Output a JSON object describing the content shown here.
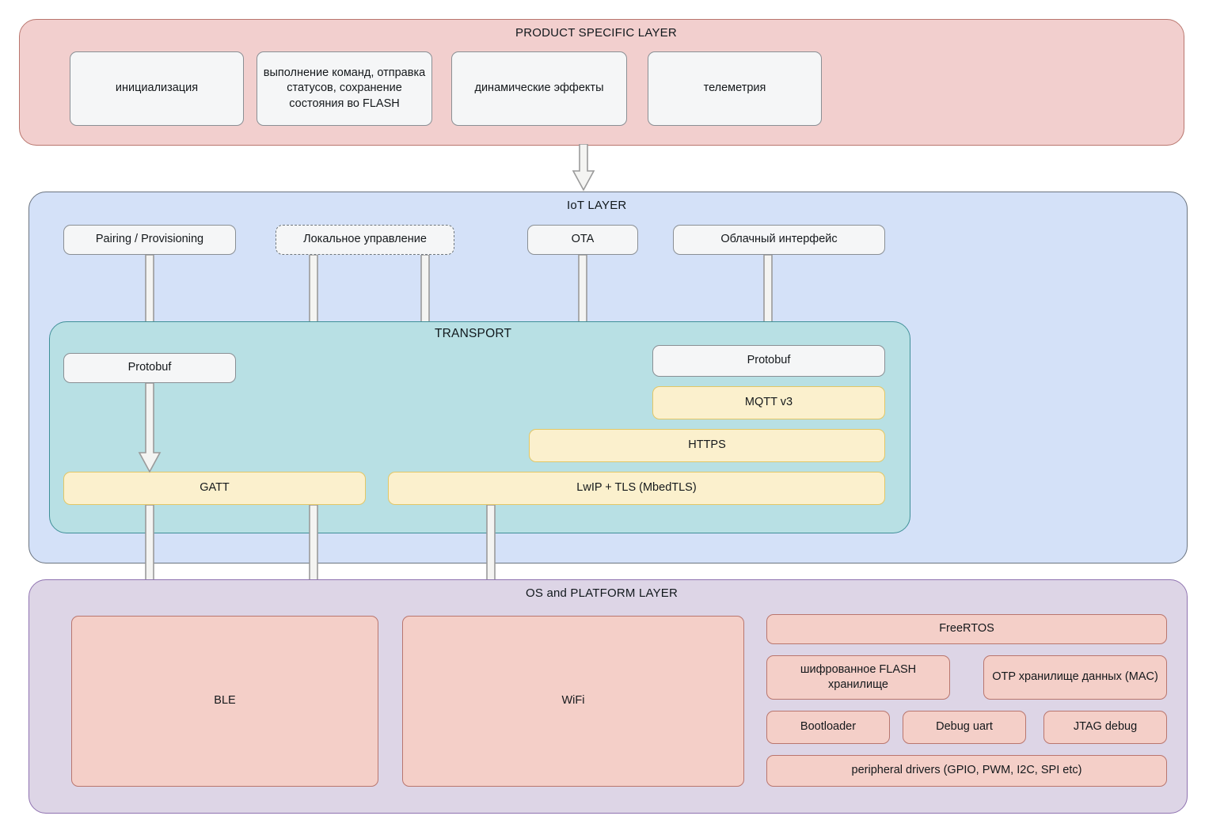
{
  "diagram": {
    "title_product": "PRODUCT SPECIFIC LAYER",
    "title_iot": "IoT LAYER",
    "title_transport": "TRANSPORT",
    "title_os": "OS and PLATFORM LAYER"
  },
  "colors": {
    "product_layer_bg": "#f2cfce",
    "product_layer_border": "#b9766e",
    "iot_layer_bg": "#d4e1f8",
    "iot_layer_border": "#6b7480",
    "transport_bg": "#b8e0e4",
    "transport_border": "#3f8f98",
    "os_layer_bg": "#ddd5e6",
    "os_layer_border": "#8f72b0",
    "grey_box_bg": "#f5f6f7",
    "grey_box_border": "#8a8f94",
    "yellow_box_bg": "#fbf0cd",
    "yellow_box_border": "#e2c766",
    "rose_box_bg": "#f4cfc8",
    "rose_box_border": "#b9766e",
    "arrow_fill": "#f4f4f2",
    "arrow_stroke": "#9a9a9a"
  },
  "product_layer": {
    "boxes": [
      {
        "label": "инициализация"
      },
      {
        "label": "выполнение команд, отправка статусов, сохранение состояния во FLASH"
      },
      {
        "label": "динамические эффекты"
      },
      {
        "label": "телеметрия"
      }
    ]
  },
  "iot_layer": {
    "entry_boxes": [
      {
        "label": "Pairing / Provisioning",
        "style": "solid"
      },
      {
        "label": "Локальное управление",
        "style": "dashed"
      },
      {
        "label": "OTA",
        "style": "solid"
      },
      {
        "label": "Облачный интерфейс",
        "style": "solid"
      }
    ],
    "transport": {
      "ble_stack": [
        {
          "label": "Protobuf",
          "style": "grey"
        },
        {
          "label": "GATT",
          "style": "yellow"
        }
      ],
      "wifi_stack": [
        {
          "label": "Protobuf",
          "style": "grey"
        },
        {
          "label": "MQTT v3",
          "style": "yellow"
        },
        {
          "label": "HTTPS",
          "style": "yellow"
        },
        {
          "label": "LwIP + TLS (MbedTLS)",
          "style": "yellow"
        }
      ]
    }
  },
  "os_layer": {
    "radios": [
      {
        "label": "BLE"
      },
      {
        "label": "WiFi"
      }
    ],
    "platform_boxes": [
      {
        "label": "FreeRTOS"
      },
      {
        "label": "шифрованное FLASH хранилище"
      },
      {
        "label": "OTP хранилище данных (MAC)"
      },
      {
        "label": "Bootloader"
      },
      {
        "label": "Debug uart"
      },
      {
        "label": "JTAG debug"
      },
      {
        "label": "peripheral drivers (GPIO, PWM, I2C, SPI etc)"
      }
    ]
  }
}
